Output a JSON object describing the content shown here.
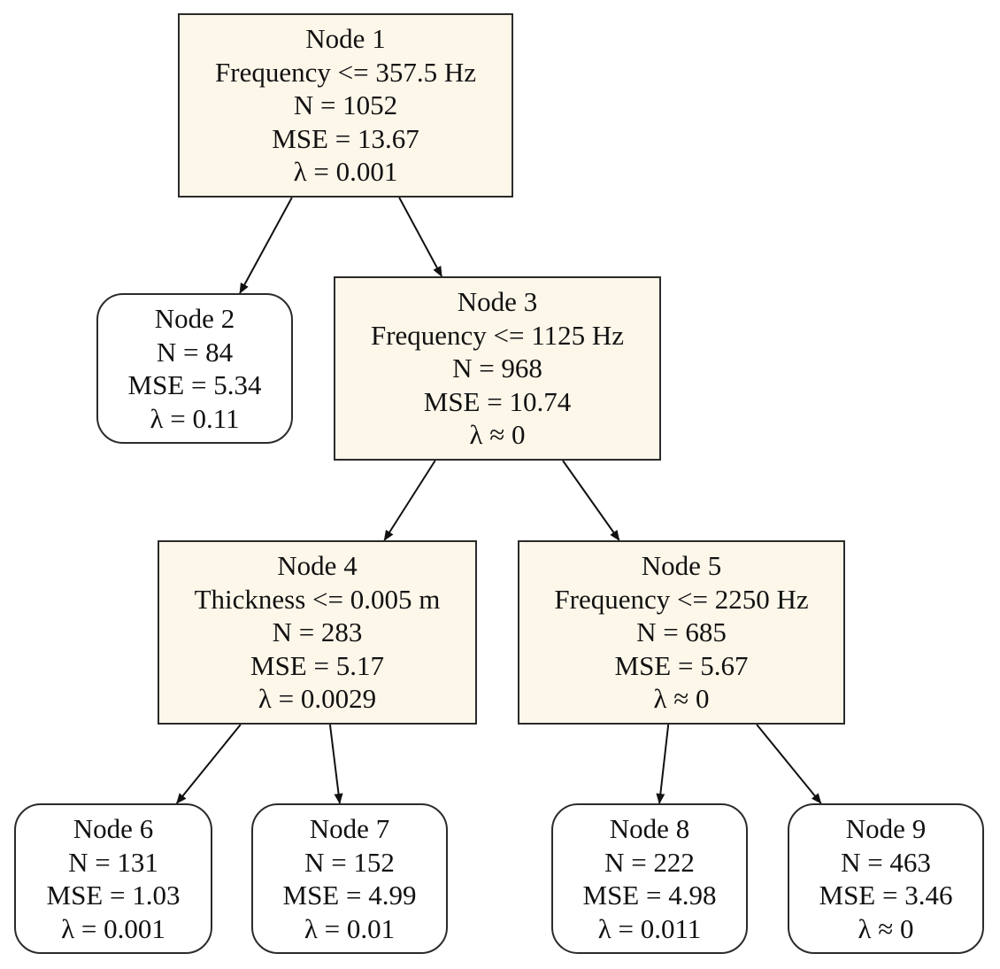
{
  "colors": {
    "split_fill": "#fdf7ea",
    "leaf_fill": "#ffffff",
    "border": "#2b2b2b",
    "edge": "#111111"
  },
  "nodes": {
    "n1": {
      "title": "Node 1",
      "split": "Frequency <= 357.5 Hz",
      "n": "N = 1052",
      "mse": "MSE = 13.67",
      "lambda": "λ = 0.001"
    },
    "n2": {
      "title": "Node 2",
      "n": "N = 84",
      "mse": "MSE = 5.34",
      "lambda": "λ = 0.11"
    },
    "n3": {
      "title": "Node 3",
      "split": "Frequency <= 1125 Hz",
      "n": "N = 968",
      "mse": "MSE = 10.74",
      "lambda": "λ ≈ 0"
    },
    "n4": {
      "title": "Node 4",
      "split": "Thickness <= 0.005 m",
      "n": "N = 283",
      "mse": "MSE = 5.17",
      "lambda": "λ = 0.0029"
    },
    "n5": {
      "title": "Node 5",
      "split": "Frequency <= 2250 Hz",
      "n": "N = 685",
      "mse": "MSE = 5.67",
      "lambda": "λ ≈ 0"
    },
    "n6": {
      "title": "Node 6",
      "n": "N = 131",
      "mse": "MSE = 1.03",
      "lambda": "λ = 0.001"
    },
    "n7": {
      "title": "Node 7",
      "n": "N = 152",
      "mse": "MSE = 4.99",
      "lambda": "λ = 0.01"
    },
    "n8": {
      "title": "Node 8",
      "n": "N = 222",
      "mse": "MSE = 4.98",
      "lambda": "λ = 0.011"
    },
    "n9": {
      "title": "Node 9",
      "n": "N = 463",
      "mse": "MSE = 3.46",
      "lambda": "λ ≈ 0"
    }
  },
  "edges": [
    {
      "from": "n1",
      "to": "n2"
    },
    {
      "from": "n1",
      "to": "n3"
    },
    {
      "from": "n3",
      "to": "n4"
    },
    {
      "from": "n3",
      "to": "n5"
    },
    {
      "from": "n4",
      "to": "n6"
    },
    {
      "from": "n4",
      "to": "n7"
    },
    {
      "from": "n5",
      "to": "n8"
    },
    {
      "from": "n5",
      "to": "n9"
    }
  ]
}
